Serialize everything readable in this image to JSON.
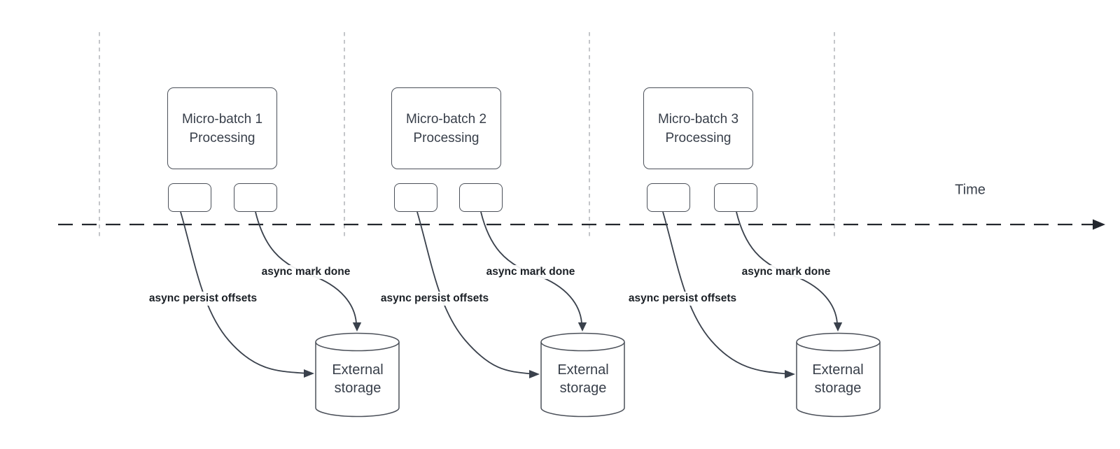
{
  "time_label": "Time",
  "batches": [
    {
      "title": "Micro-batch 1 Processing",
      "persist_label": "async persist offsets",
      "mark_label": "async mark done",
      "storage_label": "External storage"
    },
    {
      "title": "Micro-batch 2 Processing",
      "persist_label": "async persist offsets",
      "mark_label": "async mark done",
      "storage_label": "External storage"
    },
    {
      "title": "Micro-batch 3 Processing",
      "persist_label": "async persist offsets",
      "mark_label": "async mark done",
      "storage_label": "External storage"
    }
  ],
  "colors": {
    "shape_stroke": "#4b5059",
    "arrow": "#3a414c",
    "guide": "#b5b8bc",
    "axis": "#23272e",
    "text": "#383f4a",
    "label_text": "#1b2026"
  }
}
